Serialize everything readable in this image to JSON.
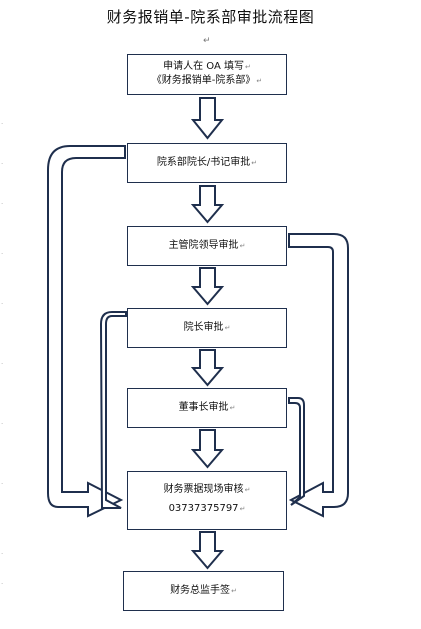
{
  "title": "财务报销单-院系部审批流程图",
  "paragraph_mark": "↵",
  "nodes": [
    {
      "id": "applicant",
      "lines": [
        "申请人在 OA 填写",
        "《财务报销单-院系部》"
      ]
    },
    {
      "id": "dept-head",
      "lines": [
        "院系部院长/书记审批"
      ]
    },
    {
      "id": "supervising-leader",
      "lines": [
        "主管院领导审批"
      ]
    },
    {
      "id": "president",
      "lines": [
        "院长审批"
      ]
    },
    {
      "id": "chairman",
      "lines": [
        "董事长审批"
      ]
    },
    {
      "id": "finance-review",
      "lines": [
        "财务票据现场审核",
        "03737375797"
      ]
    },
    {
      "id": "finance-director",
      "lines": [
        "财务总监手签"
      ]
    }
  ],
  "colors": {
    "stroke": "#1f2f4d",
    "box_fill": "#ffffff",
    "text": "#111111"
  }
}
